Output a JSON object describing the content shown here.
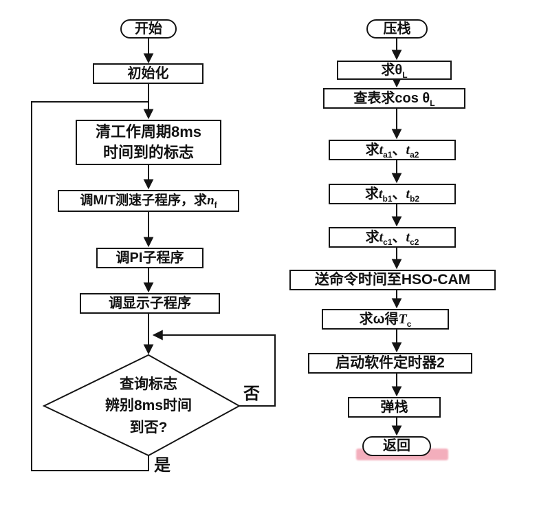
{
  "left": {
    "start": "开始",
    "init": "初始化",
    "clear": {
      "line1": "清工作周期8ms",
      "line2": "时间到的标志"
    },
    "mt": {
      "pre": "调M/T测速子程序，求",
      "var": "n",
      "sub": "f"
    },
    "pi": "调PI子程序",
    "display": "调显示子程序",
    "decision": {
      "line1": "查询标志",
      "line2": "辨别8ms时间",
      "line3": "到否?"
    },
    "no_label": "否",
    "yes_label": "是"
  },
  "right": {
    "push": "压栈",
    "theta": {
      "pre": "求θ",
      "sub": "L"
    },
    "cos": {
      "pre": "查表求cos θ",
      "sub": "L"
    },
    "ta": {
      "pre": "求",
      "v1": "t",
      "s1": "a1",
      "sep": "、",
      "v2": "t",
      "s2": "a2"
    },
    "tb": {
      "pre": "求",
      "v1": "t",
      "s1": "b1",
      "sep": "、",
      "v2": "t",
      "s2": "b2"
    },
    "tc": {
      "pre": "求",
      "v1": "t",
      "s1": "c1",
      "sep": "、",
      "v2": "t",
      "s2": "c2"
    },
    "hso": "送命令时间至HSO-CAM",
    "omega": {
      "pre": "求ω得",
      "var": "T",
      "sub": "c"
    },
    "timer": "启动软件定时器2",
    "pop": "弹栈",
    "ret": "返回"
  },
  "colors": {
    "line": "#141414",
    "box_border": "#141414",
    "background": "#ffffff",
    "watermark": "#e8607c"
  }
}
